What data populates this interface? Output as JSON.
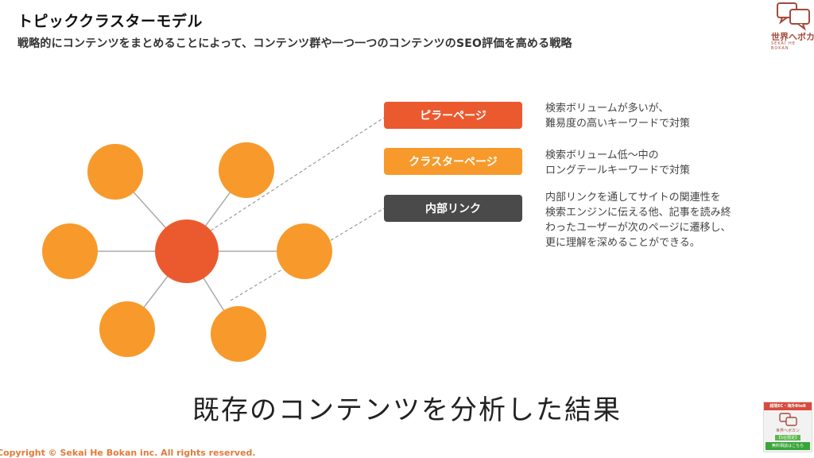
{
  "header": {
    "title": "トピッククラスターモデル",
    "subtitle": "戦略的にコンテンツをまとめることによって、コンテンツ群や一つ一つのコンテンツのSEO評価を高める戦略"
  },
  "logo": {
    "text": "世界へボカ",
    "sub": "SEKAI HE BOKAN"
  },
  "legend": [
    {
      "label": "ピラーページ",
      "color": "#eb5a2e",
      "desc": [
        "検索ボリュームが多いが、",
        "難易度の高いキーワードで対策"
      ]
    },
    {
      "label": "クラスターページ",
      "color": "#f79a2b",
      "desc": [
        "検索ボリューム低〜中の",
        "ロングテールキーワードで対策"
      ]
    },
    {
      "label": "内部リンク",
      "color": "#4a4a4a",
      "desc": [
        "内部リンクを通してサイトの関連性を",
        "検索エンジンに伝える他、記事を読み終",
        "わったユーザーが次のページに遷移し、",
        "更に理解を深めることができる。"
      ]
    }
  ],
  "diagram": {
    "pillar_color": "#eb5a2e",
    "cluster_color": "#f79a2b",
    "line_color": "#aaaaaa"
  },
  "caption": "既存のコンテンツを分析した結果",
  "footer": {
    "copyright": "Copyright © Sekai He Bokan inc. All rights reserved."
  },
  "banner": {
    "top": "越境EC・海外BtoB",
    "name": "世界へボカン",
    "tag": "【5社限定】",
    "button": "無料相談はこちら"
  }
}
